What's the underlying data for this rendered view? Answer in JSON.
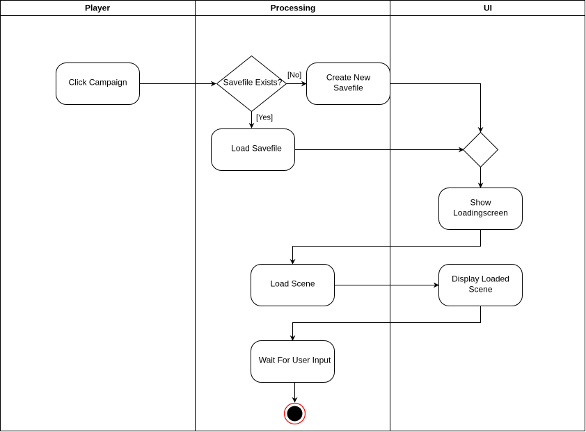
{
  "lanes": [
    {
      "title": "Player"
    },
    {
      "title": "Processing"
    },
    {
      "title": "UI"
    }
  ],
  "nodes": {
    "click_campaign": [
      "Click Campaign"
    ],
    "savefile_exists": [
      "Savefile Exists?"
    ],
    "create_new_savefile": [
      "Create New",
      "Savefile"
    ],
    "load_savefile": [
      "Load Savefile"
    ],
    "show_loadingscreen": [
      "Show",
      "Loadingscreen"
    ],
    "load_scene": [
      "Load Scene"
    ],
    "display_loaded_scene": [
      "Display Loaded",
      "Scene"
    ],
    "wait_for_user_input": [
      "Wait For User Input"
    ]
  },
  "edge_labels": {
    "no": "[No]",
    "yes": "[Yes]"
  },
  "colors": {
    "stroke": "#000000",
    "final_ring": "#ff0000",
    "final_dot": "#000000"
  }
}
